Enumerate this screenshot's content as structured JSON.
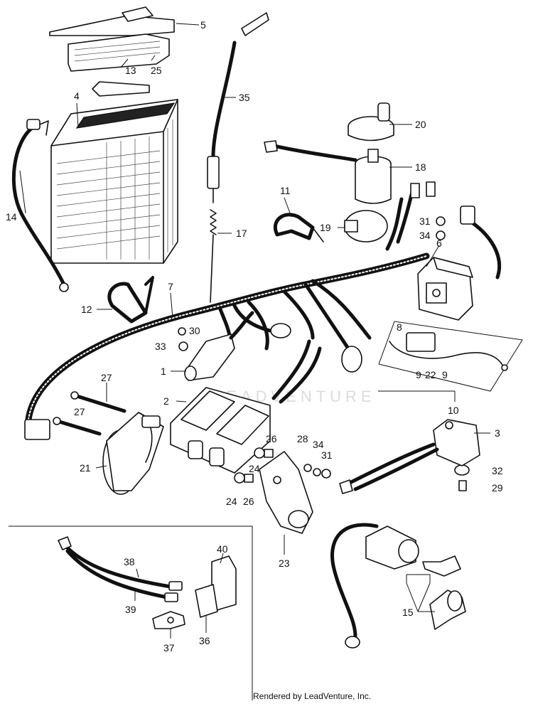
{
  "callouts": [
    "1",
    "2",
    "3",
    "4",
    "5",
    "6",
    "7",
    "8",
    "9",
    "9",
    "10",
    "11",
    "12",
    "13",
    "14",
    "15",
    "17",
    "18",
    "19",
    "20",
    "21",
    "22",
    "23",
    "24",
    "24",
    "25",
    "26",
    "26",
    "27",
    "27",
    "28",
    "29",
    "30",
    "31",
    "31",
    "32",
    "33",
    "34",
    "34",
    "35",
    "36",
    "37",
    "38",
    "39",
    "40"
  ],
  "watermark": "LEADVENTURE",
  "footer": "Rendered by LeadVenture, Inc."
}
